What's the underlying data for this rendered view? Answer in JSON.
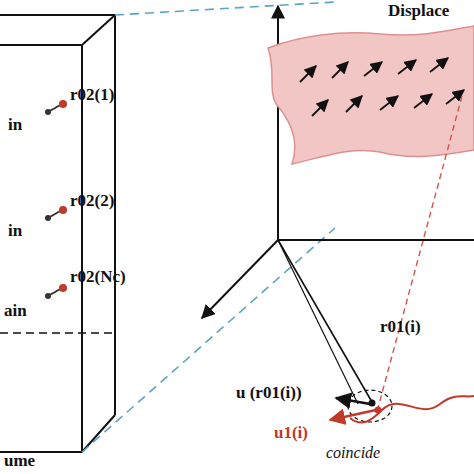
{
  "diagram": {
    "labels": [
      "Displace",
      "r02(1)",
      "in",
      "r02(2)",
      "in",
      "r02(Nc)",
      "ain",
      "ume",
      "r01(i)",
      "u (r01(i))",
      "u1(i)",
      "coincide"
    ]
  }
}
